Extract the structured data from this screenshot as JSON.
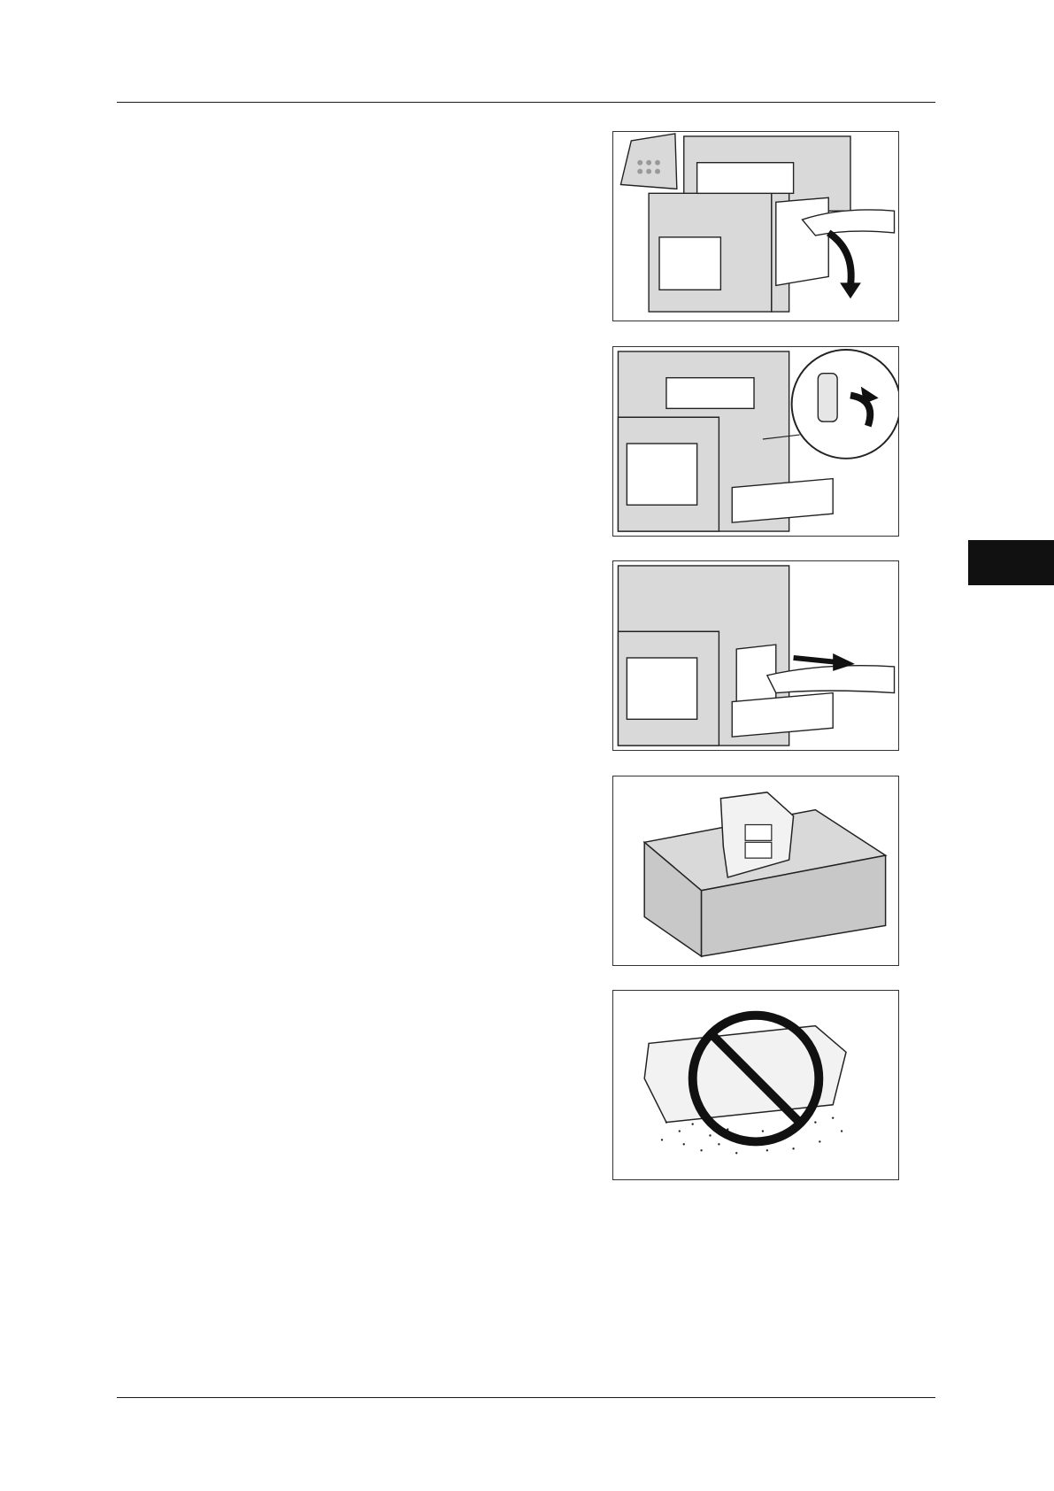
{
  "page": {
    "accent_color": "#111111",
    "background": "#ffffff"
  },
  "illustrations": [
    {
      "icon": "open-side-door-illustration"
    },
    {
      "icon": "unlock-waste-toner-lever-illustration"
    },
    {
      "icon": "remove-waste-toner-container-illustration"
    },
    {
      "icon": "place-container-upright-on-table-illustration"
    },
    {
      "icon": "do-not-lay-container-flat-prohibited-illustration"
    }
  ],
  "side_tab": {
    "color": "#111111"
  }
}
